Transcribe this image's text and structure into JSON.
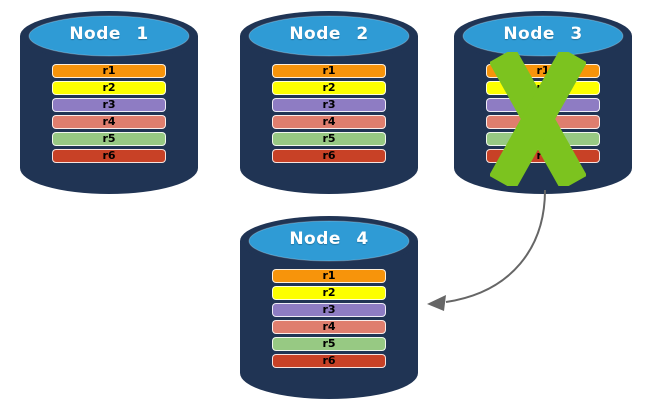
{
  "diagram": {
    "colors": {
      "cylinder_body": "#203454",
      "cylinder_top": "#2F9BD5",
      "cylinder_edge": "#c8d0da",
      "title_text": "#ffffff",
      "bar_text": "#000000",
      "failure_x": "#7CC31F",
      "arrow": "#666666"
    },
    "arrow": {
      "from": "Node 3",
      "to": "Node 4"
    },
    "nodes": [
      {
        "label": "Node 1",
        "failed": false,
        "replicas": [
          {
            "label": "r1",
            "color": "#F7940B"
          },
          {
            "label": "r2",
            "color": "#FDFF00"
          },
          {
            "label": "r3",
            "color": "#8E7CC3"
          },
          {
            "label": "r4",
            "color": "#DF7E6E"
          },
          {
            "label": "r5",
            "color": "#97C983"
          },
          {
            "label": "r6",
            "color": "#C84126"
          }
        ]
      },
      {
        "label": "Node 2",
        "failed": false,
        "replicas": [
          {
            "label": "r1",
            "color": "#F7940B"
          },
          {
            "label": "r2",
            "color": "#FDFF00"
          },
          {
            "label": "r3",
            "color": "#8E7CC3"
          },
          {
            "label": "r4",
            "color": "#DF7E6E"
          },
          {
            "label": "r5",
            "color": "#97C983"
          },
          {
            "label": "r6",
            "color": "#C84126"
          }
        ]
      },
      {
        "label": "Node 3",
        "failed": true,
        "replicas": [
          {
            "label": "r1",
            "color": "#F7940B"
          },
          {
            "label": "r2",
            "color": "#FDFF00"
          },
          {
            "label": "r3",
            "color": "#8E7CC3"
          },
          {
            "label": "r4",
            "color": "#DF7E6E"
          },
          {
            "label": "r5",
            "color": "#97C983"
          },
          {
            "label": "r6",
            "color": "#C84126"
          }
        ]
      },
      {
        "label": "Node 4",
        "failed": false,
        "replicas": [
          {
            "label": "r1",
            "color": "#F7940B"
          },
          {
            "label": "r2",
            "color": "#FDFF00"
          },
          {
            "label": "r3",
            "color": "#8E7CC3"
          },
          {
            "label": "r4",
            "color": "#DF7E6E"
          },
          {
            "label": "r5",
            "color": "#97C983"
          },
          {
            "label": "r6",
            "color": "#C84126"
          }
        ]
      }
    ]
  }
}
